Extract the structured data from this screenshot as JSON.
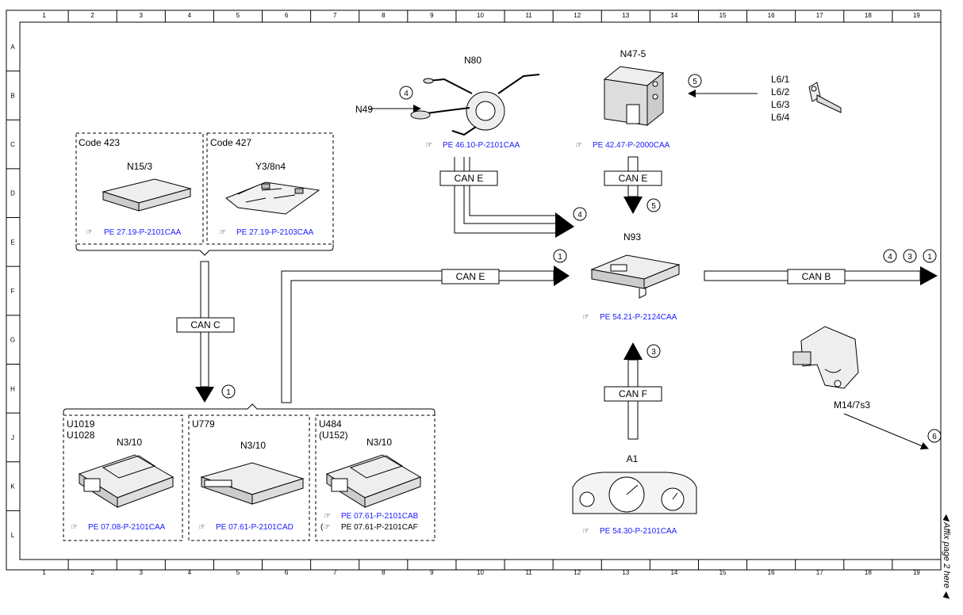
{
  "columns": [
    "1",
    "2",
    "3",
    "4",
    "5",
    "6",
    "7",
    "8",
    "9",
    "10",
    "11",
    "12",
    "13",
    "14",
    "15",
    "16",
    "17",
    "18",
    "19"
  ],
  "rows": [
    "A",
    "B",
    "C",
    "D",
    "E",
    "F",
    "G",
    "H",
    "J",
    "K",
    "L"
  ],
  "components": {
    "n80": "N80",
    "n47": "N47-5",
    "n49": "N49",
    "l6": [
      "L6/1",
      "L6/2",
      "L6/3",
      "L6/4"
    ],
    "n93": "N93",
    "a1": "A1",
    "m14": "M14/7s3"
  },
  "code_boxes": {
    "code423": {
      "code": "Code 423",
      "component": "N15/3",
      "ref": "PE 27.19-P-2101CAA"
    },
    "code427": {
      "code": "Code 427",
      "component": "Y3/8n4",
      "ref": "PE 27.19-P-2103CAA"
    }
  },
  "ecu_boxes": {
    "box1": {
      "codes": [
        "U1019",
        "U1028"
      ],
      "component": "N3/10",
      "ref": "PE 07.08-P-2101CAA"
    },
    "box2": {
      "codes": [
        "U779"
      ],
      "component": "N3/10",
      "ref": "PE 07.61-P-2101CAD"
    },
    "box3": {
      "codes": [
        "U484",
        "(U152)"
      ],
      "component": "N3/10",
      "ref1": "PE 07.61-P-2101CAB",
      "ref2": "PE 07.61-P-2101CAF"
    }
  },
  "refs": {
    "n80": "PE 46.10-P-2101CAA",
    "n47": "PE 42.47-P-2000CAA",
    "n93": "PE 54.21-P-2124CAA",
    "a1": "PE 54.30-P-2101CAA"
  },
  "buses": {
    "can_e_top": "CAN E",
    "can_e_right": "CAN E",
    "can_e_mid": "CAN E",
    "can_c": "CAN C",
    "can_b": "CAN B",
    "can_f": "CAN F"
  },
  "markers": {
    "n49_arrow": "4",
    "n47_arrow": "5",
    "can_e_top": "4",
    "can_e_right": "5",
    "can_e_mid": "1",
    "can_b": [
      "4",
      "3",
      "1"
    ],
    "can_c": "1",
    "can_f": "3",
    "m14": "6"
  },
  "side_text": "◀ Affix page 2 here ◀",
  "colors": {
    "link": "#1a1aff",
    "line": "#000000"
  }
}
